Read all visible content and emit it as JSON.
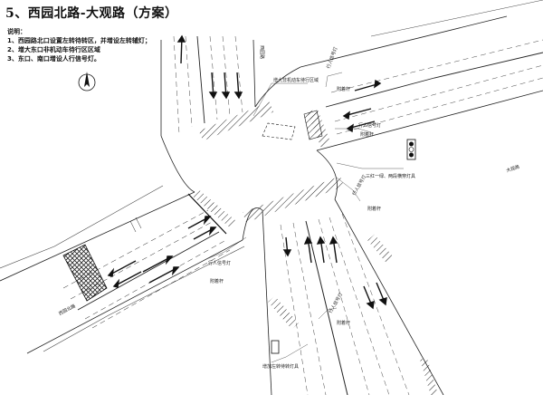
{
  "title": "5、西园北路-大观路（方案）",
  "notes": {
    "heading": "说明：",
    "items": [
      "1、西园路北口设置左转待转区，并增设左转辅灯；",
      "2、增大东口非机动车待行区区域",
      "3、东口、南口增设人行信号灯。"
    ]
  },
  "icons": {
    "north_arrow": "north-arrow-icon",
    "signal_head": "traffic-signal-icon"
  },
  "annotations": {
    "nonmotor_waiting": "增大非机动车待行区域",
    "ped_signal_ne": "行人信号灯",
    "pole_ne": "附着杆",
    "ped_signal_e": "行人信号灯",
    "pole_e": "附着杆",
    "three_lights": "三红一绿、两段横穿灯具",
    "ped_signal_se": "行人信号灯",
    "pole_se": "附着杆",
    "ped_signal_sw": "行人信号灯",
    "pole_sw": "附着杆",
    "ped_signal_s": "行人信号灯",
    "pole_s": "附着杆",
    "left_turn_signal": "增加左转待转灯具",
    "road_west": "西园北路",
    "road_north": "西园路",
    "road_east": "大观路"
  }
}
